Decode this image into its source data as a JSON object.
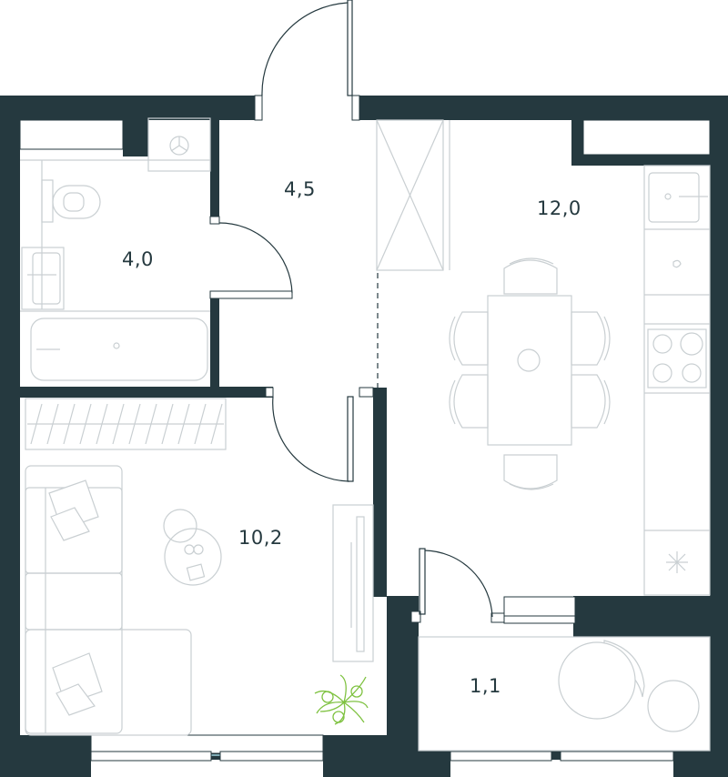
{
  "colors": {
    "wall": "#25393f",
    "furniture": "#c9cfd2",
    "window_glass": "#9ed2de",
    "plant": "#7fc241",
    "background": "#ffffff"
  },
  "rooms": [
    {
      "id": "hall",
      "area": "4,5"
    },
    {
      "id": "bathroom",
      "area": "4,0"
    },
    {
      "id": "kitchen",
      "area": "12,0"
    },
    {
      "id": "living-room",
      "area": "10,2"
    },
    {
      "id": "balcony",
      "area": "1,1"
    }
  ]
}
